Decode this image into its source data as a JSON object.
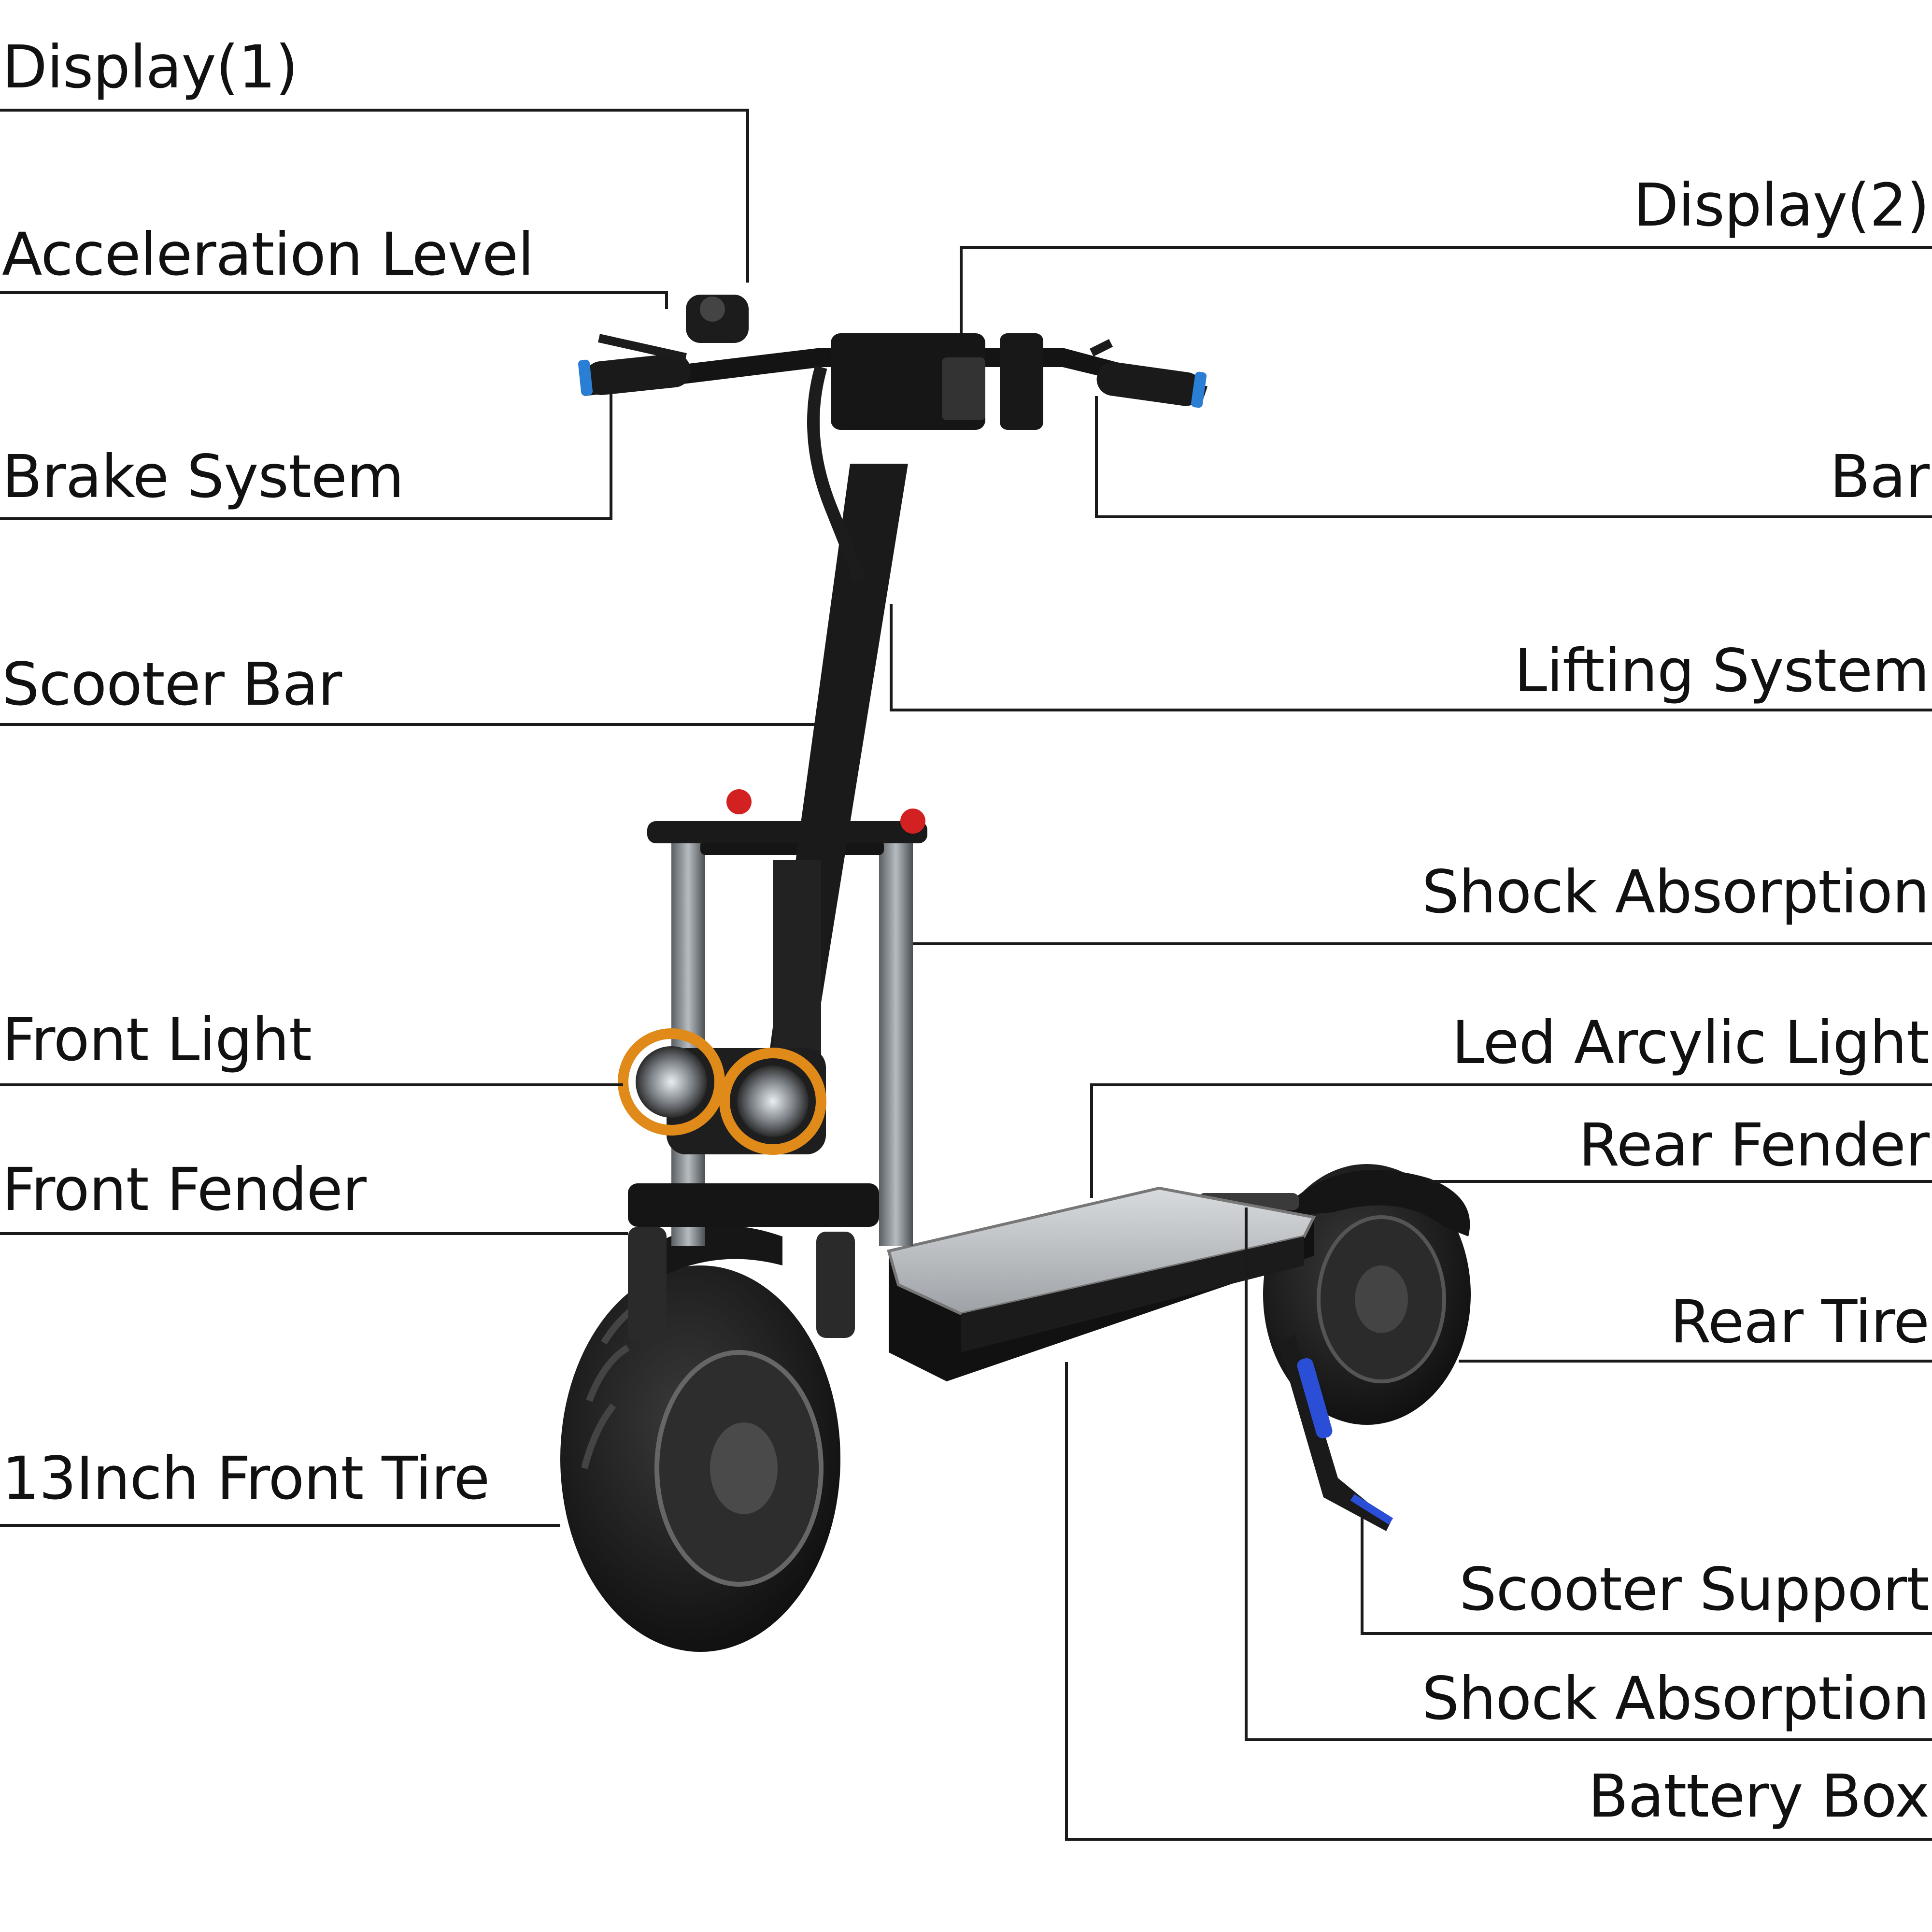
{
  "labels": {
    "display_1": "Display(1)",
    "acceleration_level": "Acceleration Level",
    "brake_system": "Brake System",
    "scooter_bar": "Scooter Bar",
    "front_light": "Front Light",
    "front_fender": "Front Fender",
    "front_tire": "13Inch Front Tire",
    "display_2": "Display(2)",
    "bar": "Bar",
    "lifting_system": "Lifting System",
    "shock_absorption_front": "Shock Absorption",
    "led_acrylic_light": "Led Arcylic Light",
    "rear_fender": "Rear Fender",
    "rear_tire": "Rear Tire",
    "scooter_support": "Scooter Support",
    "shock_absorption_rear": "Shock Absorption",
    "battery_box": "Battery Box"
  },
  "colors": {
    "leader_line": "#1a1a1a",
    "scooter_body": "#1c1c1c",
    "tire": "#202020",
    "grip_accent": "#2a7fd4",
    "light_ring": "#e08a1a",
    "fork_silver": "#8a8f94",
    "support_blue": "#2a4fd6",
    "deck_acrylic": "#c9ccd0",
    "red_cap": "#d32020"
  }
}
